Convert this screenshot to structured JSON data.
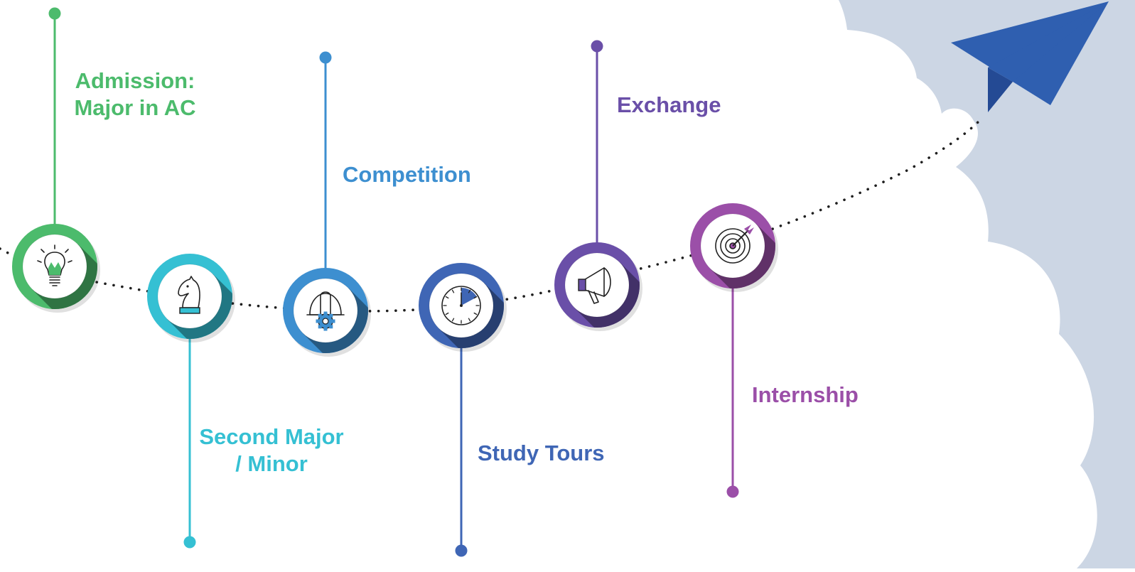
{
  "colors": {
    "green": "#4cbb6c",
    "teal": "#35c0d3",
    "sky": "#3d8fd0",
    "blue": "#3f66b5",
    "violet": "#6a4fa8",
    "purple": "#9b4fa8",
    "cloud": "#ccd6e4",
    "plane": "#2f5fb0",
    "plane_dark": "#244a94"
  },
  "milestones": [
    {
      "id": "admission",
      "lines": [
        "Admission:",
        "Major in AC"
      ],
      "icon": "lightbulb-icon",
      "color_key": "green"
    },
    {
      "id": "second-major",
      "lines": [
        "Second Major",
        "/ Minor"
      ],
      "icon": "chess-knight-icon",
      "color_key": "teal"
    },
    {
      "id": "competition",
      "lines": [
        "Competition"
      ],
      "icon": "helmet-gear-icon",
      "color_key": "sky"
    },
    {
      "id": "study-tours",
      "lines": [
        "Study Tours"
      ],
      "icon": "clock-icon",
      "color_key": "blue"
    },
    {
      "id": "exchange",
      "lines": [
        "Exchange"
      ],
      "icon": "megaphone-icon",
      "color_key": "violet"
    },
    {
      "id": "internship",
      "lines": [
        "Internship"
      ],
      "icon": "target-icon",
      "color_key": "purple"
    }
  ],
  "decor": {
    "plane": "paper-plane-icon",
    "cloud": "cloud-shape"
  }
}
